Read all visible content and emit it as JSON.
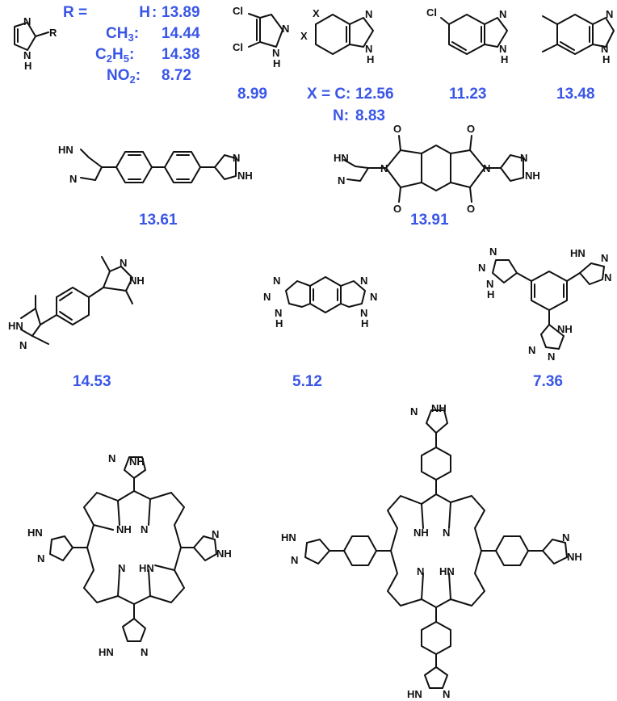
{
  "imidazole_series": {
    "r_label": "R =",
    "r_group_symbol": "R",
    "entries": [
      {
        "sub": "H",
        "value": "13.89"
      },
      {
        "sub": "CH3",
        "value": "14.44"
      },
      {
        "sub": "C2H5",
        "value": "14.38"
      },
      {
        "sub": "NO2",
        "value": "8.72"
      }
    ]
  },
  "dichloroimidazole": {
    "value": "8.99",
    "sub1": "Cl",
    "sub2": "Cl"
  },
  "purine_series": {
    "x_label": "X = C:",
    "x_c_value": "12.56",
    "x_n_label": "N:",
    "x_n_value": "8.83",
    "x_symbol": "X"
  },
  "chlorobenzimidazole": {
    "value": "11.23",
    "sub": "Cl"
  },
  "dimethylbenzimidazole": {
    "value": "13.48"
  },
  "biphenyl_bispyrazole": {
    "value": "13.61"
  },
  "pyromellitic_bispyrazole": {
    "value": "13.91"
  },
  "tetramethyl_bispyrazole": {
    "value": "14.53"
  },
  "benzobistriazole": {
    "value": "5.12"
  },
  "tristriazolylbenzene": {
    "value": "7.36"
  },
  "atoms": {
    "N": "N",
    "H": "H",
    "NH": "NH",
    "HN": "HN",
    "O": "O",
    "Cl": "Cl"
  }
}
